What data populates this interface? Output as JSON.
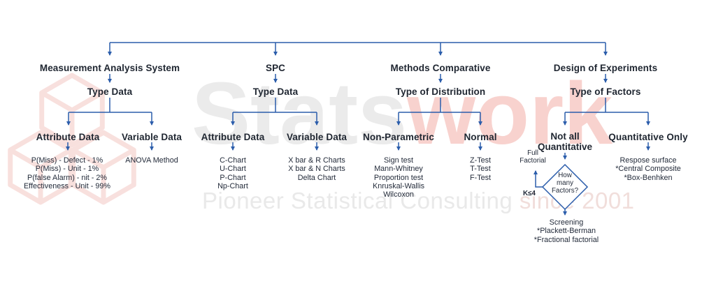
{
  "colors": {
    "line_blue": "#2b5dab",
    "text_dark": "#1f2631",
    "watermark_gray": "#ebebeb",
    "watermark_pink": "#f8d2ce",
    "logo_pink": "#f3c7c3"
  },
  "watermark": {
    "brand_part1": "Stats",
    "brand_part2": "work",
    "tagline_part1": "Pioneer Statistical Consulting ",
    "tagline_part2": "since 2001"
  },
  "tree": {
    "branches": [
      {
        "title": "Measurement Analysis System",
        "subtitle": "Type Data",
        "children": [
          {
            "label": "Attribute Data",
            "items": [
              "P(Miss) - Defect - 1%",
              "P(Miss) - Unit - 1%",
              "P(false Alarm) - nit - 2%",
              "Effectiveness - Unit - 99%"
            ]
          },
          {
            "label": "Variable Data",
            "items": [
              "ANOVA Method"
            ]
          }
        ]
      },
      {
        "title": "SPC",
        "subtitle": "Type Data",
        "children": [
          {
            "label": "Attribute Data",
            "items": [
              "C-Chart",
              "U-Chart",
              "P-Chart",
              "Np-Chart"
            ]
          },
          {
            "label": "Variable Data",
            "items": [
              "X bar & R Charts",
              "X bar & N Charts",
              "Delta Chart"
            ]
          }
        ]
      },
      {
        "title": "Methods Comparative",
        "subtitle": "Type of Distribution",
        "children": [
          {
            "label": "Non-Parametric",
            "items": [
              "Sign test",
              "Mann-Whitney",
              "Proportion test",
              "Knruskal-Wallis",
              "Wilcoxon"
            ]
          },
          {
            "label": "Normal",
            "items": [
              "Z-Test",
              "T-Test",
              "F-Test"
            ]
          }
        ]
      },
      {
        "title": "Design of Experiments",
        "subtitle": "Type of Factors",
        "children": [
          {
            "label_line1": "Not all",
            "label_line2": "Quantitative"
          },
          {
            "label": "Quantitative Only",
            "items": [
              "Respose surface",
              "*Central Composite",
              "*Box-Benhken"
            ]
          }
        ]
      }
    ]
  },
  "decision": {
    "question_line1": "How",
    "question_line2": "many",
    "question_line3": "Factors?",
    "branch_up_line1": "Full",
    "branch_up_line2": "Factorial",
    "condition": "K≤4",
    "down_items": [
      "Screening",
      "*Plackett-Berman",
      "*Fractional factorial"
    ]
  }
}
